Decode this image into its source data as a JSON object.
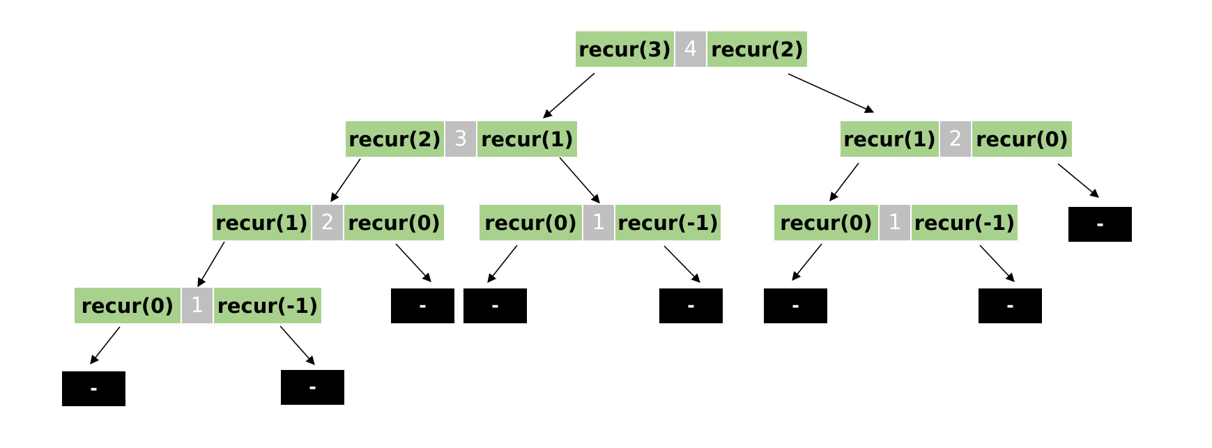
{
  "colors": {
    "call_bg": "#a9d18e",
    "num_bg": "#bfbfbf",
    "leaf_bg": "#000000",
    "edge": "#000000"
  },
  "nodes": [
    {
      "left": "recur(3)",
      "value": "4",
      "right": "recur(2)"
    },
    {
      "left": "recur(2)",
      "value": "3",
      "right": "recur(1)"
    },
    {
      "left": "recur(1)",
      "value": "2",
      "right": "recur(0)"
    },
    {
      "left": "recur(1)",
      "value": "2",
      "right": "recur(0)"
    },
    {
      "left": "recur(0)",
      "value": "1",
      "right": "recur(-1)"
    },
    {
      "left": "recur(0)",
      "value": "1",
      "right": "recur(-1)"
    },
    {
      "left": "recur(0)",
      "value": "1",
      "right": "recur(-1)"
    }
  ],
  "leaves": [
    "-",
    "-",
    "-",
    "-",
    "-",
    "-",
    "-",
    "-"
  ]
}
